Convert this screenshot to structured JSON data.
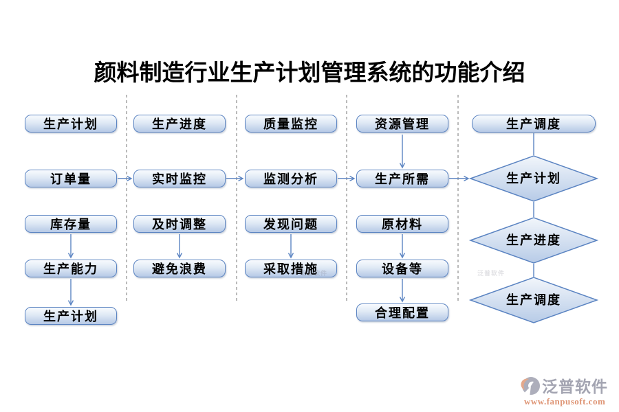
{
  "title": "颜料制造行业生产计划管理系统的功能介绍",
  "columns": [
    {
      "header": "生产计划",
      "items": [
        "订单量",
        "库存量",
        "生产能力",
        "生产计划"
      ]
    },
    {
      "header": "生产进度",
      "items": [
        "实时监控",
        "及时调整",
        "避免浪费"
      ]
    },
    {
      "header": "质量监控",
      "items": [
        "监测分析",
        "发现问题",
        "采取措施"
      ]
    },
    {
      "header": "资源管理",
      "items": [
        "生产所需",
        "原材料",
        "设备等",
        "合理配置"
      ]
    },
    {
      "header": "生产调度",
      "diamonds": [
        "生产计划",
        "生产进度",
        "生产调度"
      ]
    }
  ],
  "watermark": {
    "brand": "泛普软件",
    "url": "www.fanpusoft.com"
  },
  "colors": {
    "accent_blue": "#5b84c2",
    "box_fill_bottom": "#b6c9e6",
    "divider_grey": "#8c8c8c",
    "brand_grey": "#9395a4",
    "brand_orange": "#d9825c"
  }
}
